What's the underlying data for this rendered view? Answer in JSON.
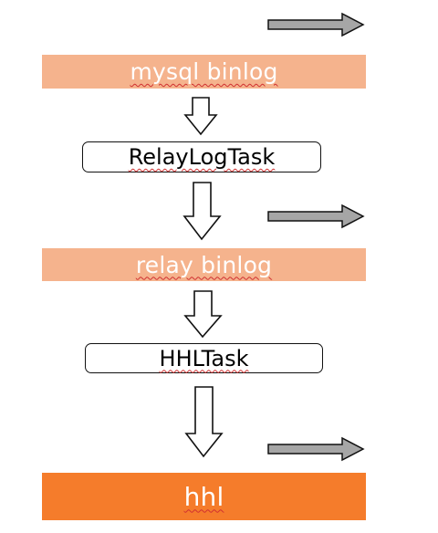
{
  "nodes": {
    "mysql_binlog": "mysql binlog",
    "relaylog_task": "RelayLogTask",
    "relay_binlog": "relay binlog",
    "hhl_task": "HHLTask",
    "hhl": "hhl"
  },
  "colors": {
    "light_orange": "#f5b38d",
    "dark_orange": "#f57c2b",
    "side_arrow_fill": "#a6a6a6",
    "outline": "#111111"
  }
}
